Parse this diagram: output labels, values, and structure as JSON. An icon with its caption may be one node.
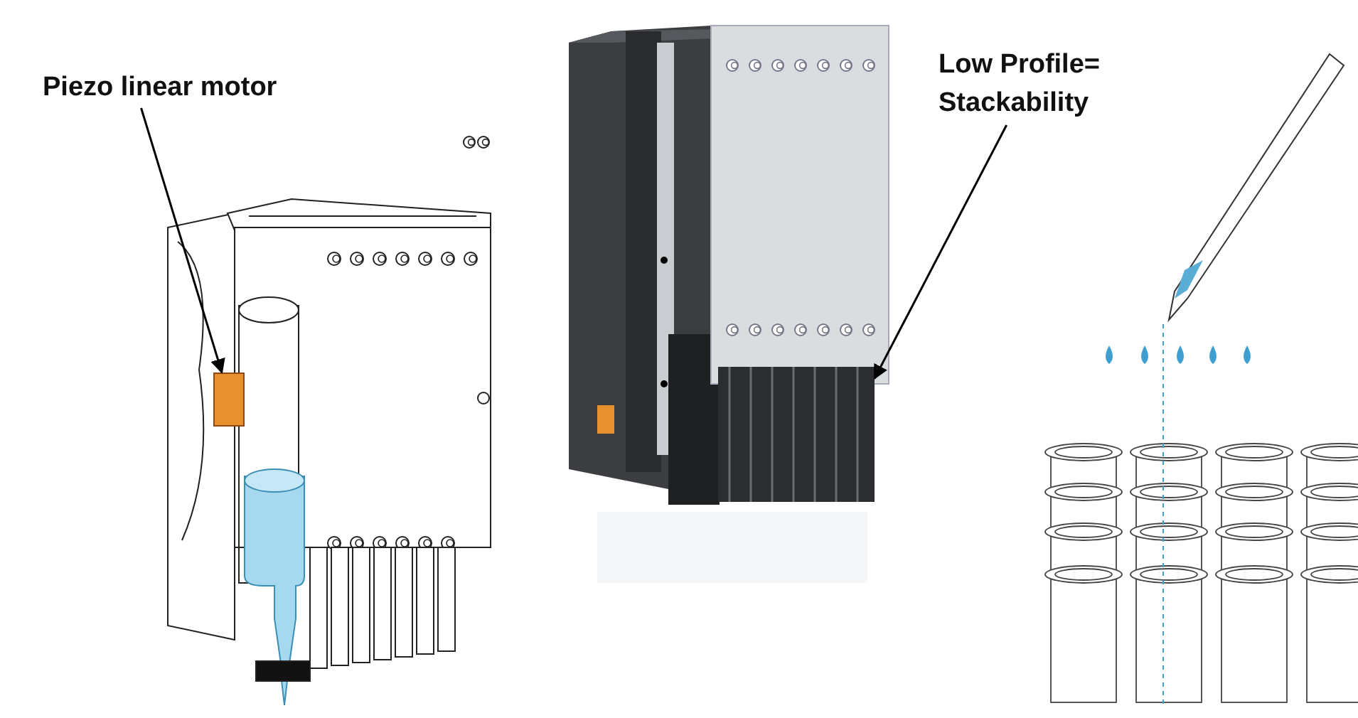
{
  "diagram": {
    "nodes": [
      {
        "text": [
          "Piezo linear motor"
        ]
      },
      {
        "text": [],
        "shape": "box"
      },
      {
        "text": [
          "Low Profile= Stackability"
        ]
      },
      {
        "text": [],
        "shape": "picture"
      }
    ],
    "edges": [
      {
        "from": 0,
        "to": 1,
        "arrow": "to"
      },
      {
        "from": 2,
        "to": 3,
        "arrow": "to"
      }
    ]
  }
}
